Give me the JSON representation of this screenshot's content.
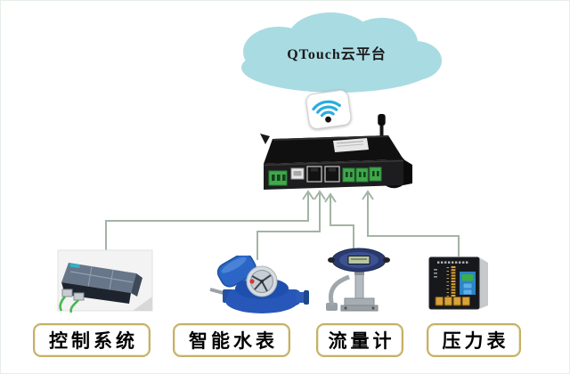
{
  "cloud": {
    "label": "QTouch云平台",
    "fill": "#a9dbe2"
  },
  "wifi": {
    "name": "wifi-signal",
    "color": "#2aabe2"
  },
  "devices": [
    {
      "id": "control-system",
      "label": "控制系统"
    },
    {
      "id": "smart-water-meter",
      "label": "智能水表"
    },
    {
      "id": "flow-meter",
      "label": "流量计"
    },
    {
      "id": "pressure-gauge",
      "label": "压力表"
    }
  ],
  "colors": {
    "cloud": "#a9dbe2",
    "wifi_blue": "#2aabe2",
    "connection_line": "#a3b4a4",
    "label_border": "#c5b164",
    "gateway_body": "#17181a",
    "terminal_green": "#3fa94c"
  }
}
